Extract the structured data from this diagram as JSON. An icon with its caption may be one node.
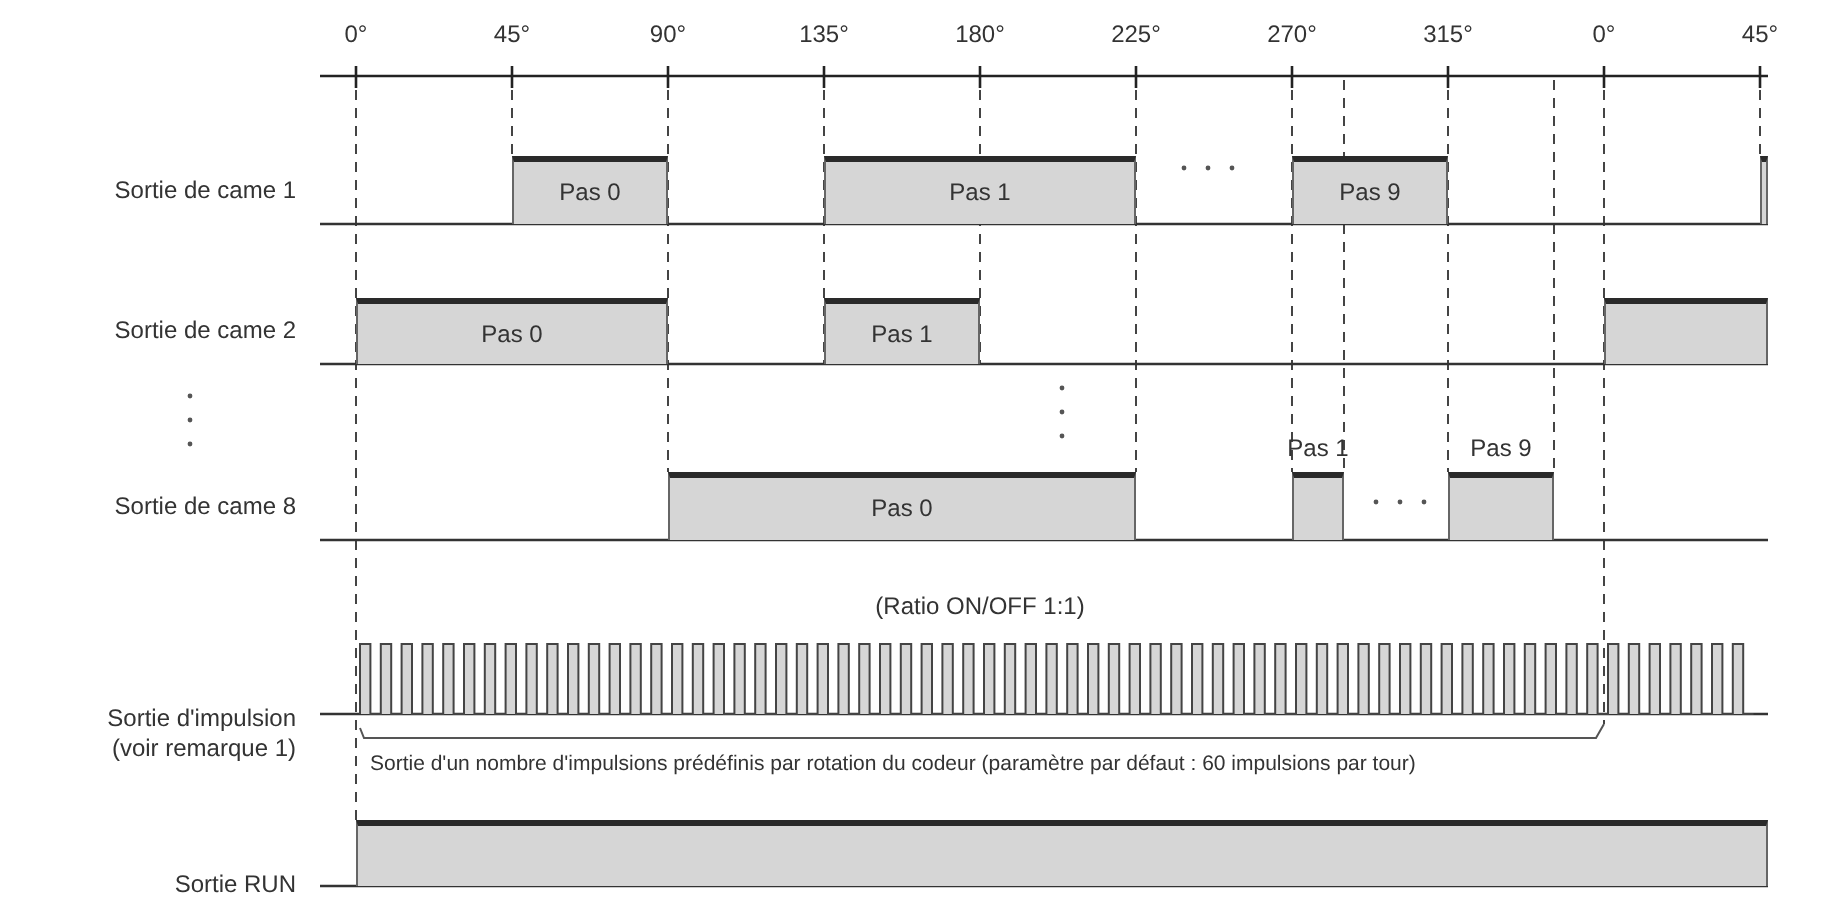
{
  "diagram": {
    "nodes": [
      {
        "text": [
          "Pas 0"
        ]
      },
      {
        "text": [
          "Pas 1"
        ]
      },
      {
        "text": [
          "Pas 9"
        ]
      },
      {
        "text": [],
        "shape": "bar"
      },
      {
        "text": [
          "Pas 0"
        ]
      },
      {
        "text": [
          "Pas 1"
        ]
      },
      {
        "text": [],
        "shape": "bar"
      },
      {
        "text": [
          "Pas 0"
        ]
      },
      {
        "text": [
          "Pas 1"
        ]
      },
      {
        "text": [
          "Pas 9"
        ]
      },
      {
        "text": [],
        "shape": "bar"
      }
    ],
    "edges": [],
    "labels": [
      "0°",
      "45°",
      "90°",
      "135°",
      "180°",
      "225°",
      "270°",
      "315°",
      "0°",
      "45°",
      "Sortie de came 1",
      "Sortie de came 2",
      "Sortie de came 8",
      "(Ratio ON/OFF 1:1)",
      "Sortie d'impulsion (voir remarque 1)",
      "Sortie d'un nombre d'impulsions prédéfinis par rotation du codeur (paramètre par défaut : 60 impulsions par tour)",
      "Sortie RUN"
    ]
  }
}
